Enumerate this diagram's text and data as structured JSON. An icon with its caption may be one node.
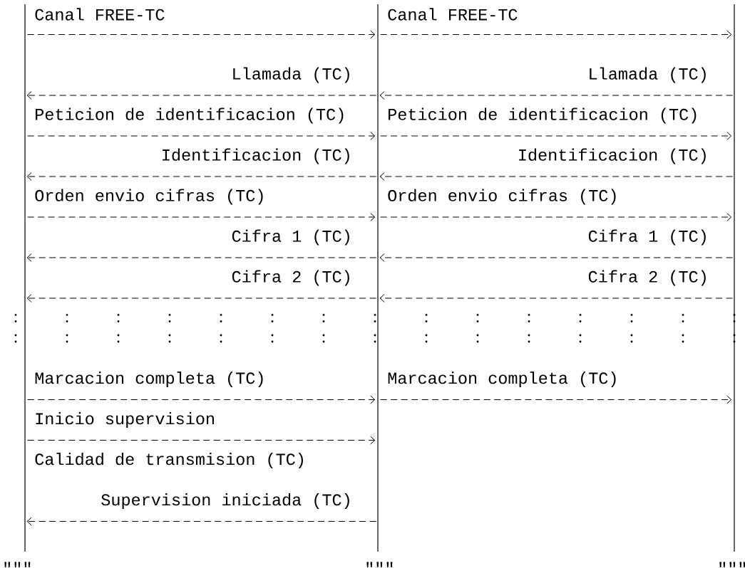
{
  "diagram": {
    "nodes": [
      {
        "text": [],
        "shape": "bar"
      },
      {
        "text": [],
        "shape": "bar"
      },
      {
        "text": [],
        "shape": "bar"
      }
    ],
    "edges": [
      {
        "from": 0,
        "to": 1,
        "arrow": "to",
        "label": "Canal FREE-TC"
      },
      {
        "from": 1,
        "to": 2,
        "arrow": "to",
        "label": "Canal FREE-TC"
      },
      {
        "from": 1,
        "to": 0,
        "arrow": "to",
        "label": "Llamada (TC)"
      },
      {
        "from": 2,
        "to": 1,
        "arrow": "to",
        "label": "Llamada (TC)"
      },
      {
        "from": 0,
        "to": 1,
        "arrow": "to",
        "label": "Peticion de identificacion (TC)"
      },
      {
        "from": 1,
        "to": 2,
        "arrow": "to",
        "label": "Peticion de identificacion (TC)"
      },
      {
        "from": 1,
        "to": 0,
        "arrow": "to",
        "label": "Identificacion (TC)"
      },
      {
        "from": 2,
        "to": 1,
        "arrow": "to",
        "label": "Identificacion (TC)"
      },
      {
        "from": 0,
        "to": 1,
        "arrow": "to",
        "label": "Orden envio cifras (TC)"
      },
      {
        "from": 1,
        "to": 2,
        "arrow": "to",
        "label": "Orden envio cifras (TC)"
      },
      {
        "from": 1,
        "to": 0,
        "arrow": "to",
        "label": "Cifra 1 (TC)"
      },
      {
        "from": 2,
        "to": 1,
        "arrow": "to",
        "label": "Cifra 1 (TC)"
      },
      {
        "from": 1,
        "to": 0,
        "arrow": "to",
        "label": "Cifra 2 (TC)"
      },
      {
        "from": 2,
        "to": 1,
        "arrow": "to",
        "label": "Cifra 2 (TC)"
      },
      {
        "from": 0,
        "to": 1,
        "arrow": "to",
        "label": "Marcacion completa (TC)"
      },
      {
        "from": 1,
        "to": 2,
        "arrow": "to",
        "label": "Marcacion completa (TC)"
      },
      {
        "from": 0,
        "to": 1,
        "arrow": "to",
        "label": "Inicio supervision"
      },
      {
        "from": 1,
        "to": 0,
        "arrow": "to",
        "label": "Supervision iniciada (TC)"
      }
    ],
    "labels": [
      "Calidad de transmision (TC)",
      "\"\"\"",
      "\"\"\"",
      "\"\"\""
    ]
  }
}
